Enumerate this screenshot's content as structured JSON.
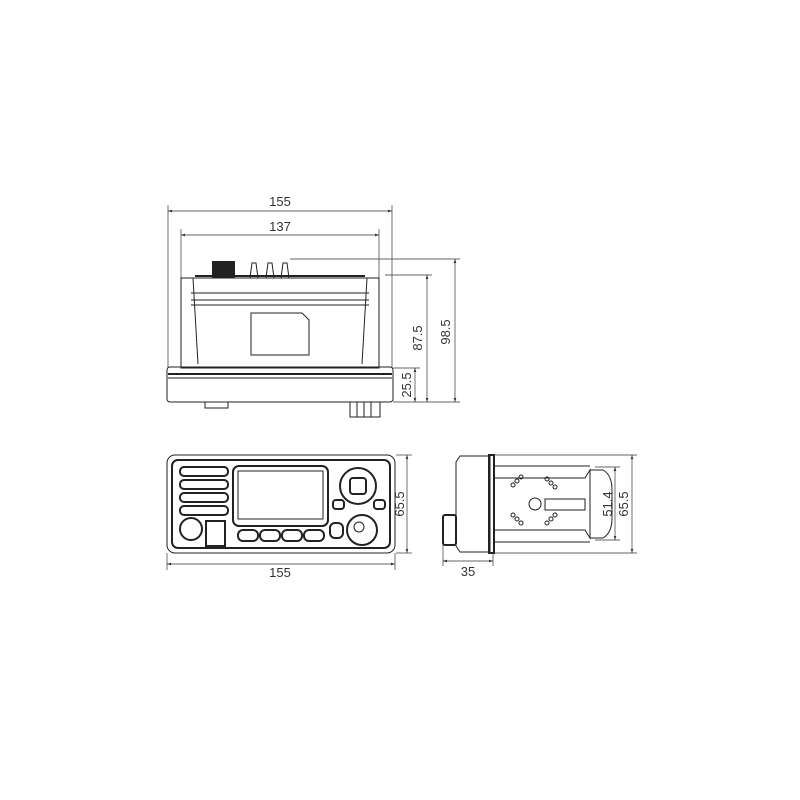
{
  "top_view": {
    "overall_width": "155",
    "cover_width": "137",
    "body_height": "87.5",
    "total_height": "98.5",
    "base_height": "25.5"
  },
  "front_view": {
    "height": "65.5",
    "width": "155"
  },
  "side_view": {
    "depth_front": "35",
    "bracket_height": "51.4",
    "height": "65.5"
  }
}
